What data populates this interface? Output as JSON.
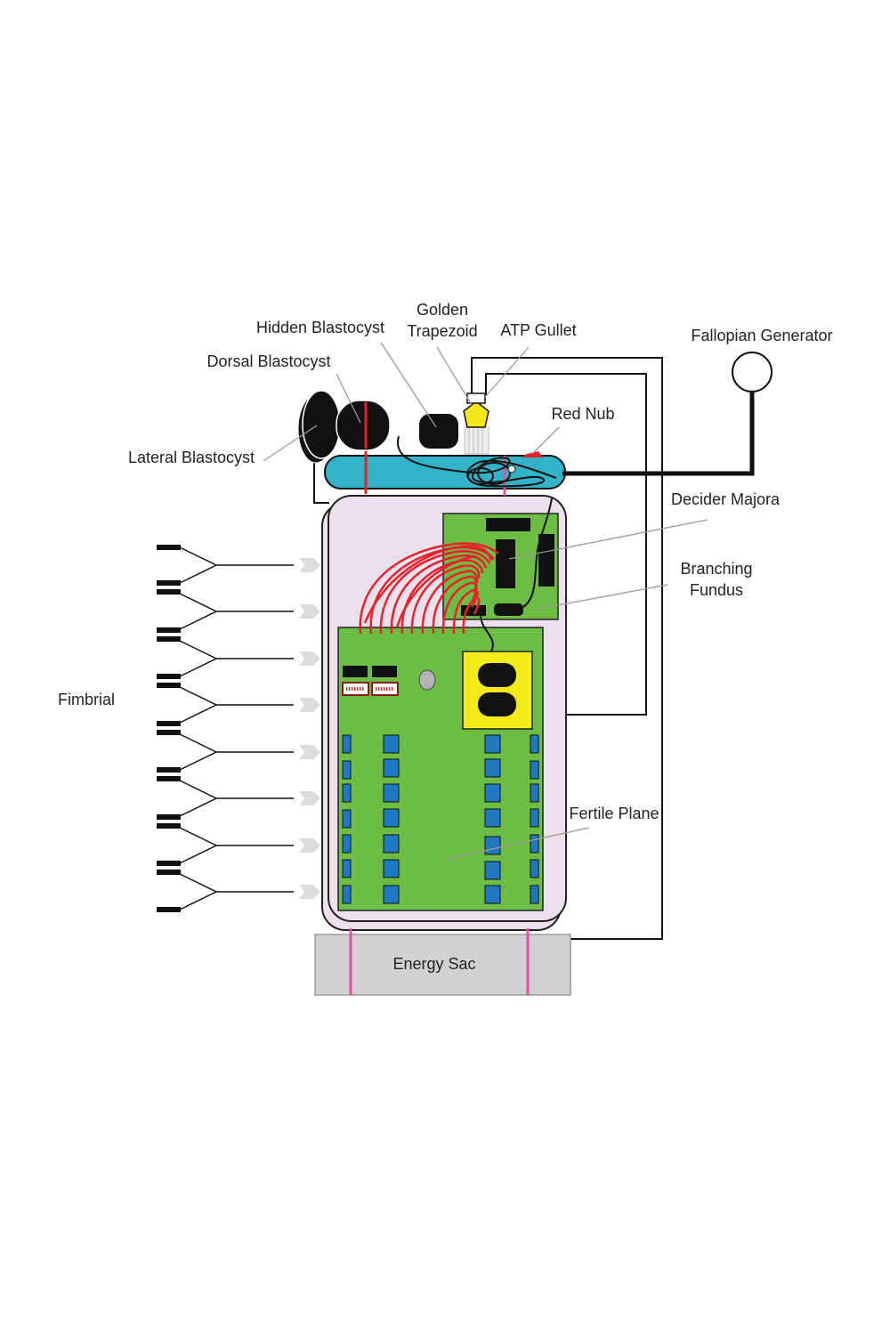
{
  "labels": {
    "golden_trapezoid_line1": "Golden",
    "golden_trapezoid_line2": "Trapezoid",
    "hidden_blastocyst": "Hidden Blastocyst",
    "atp_gullet": "ATP Gullet",
    "fallopian_generator": "Fallopian Generator",
    "dorsal_blastocyst": "Dorsal Blastocyst",
    "red_nub": "Red Nub",
    "lateral_blastocyst": "Lateral Blastocyst",
    "decider_majora": "Decider Majora",
    "branching_fundus_line1": "Branching",
    "branching_fundus_line2": "Fundus",
    "fimbrial": "Fimbrial",
    "fertile_plane": "Fertile Plane",
    "energy_sac": "Energy Sac"
  },
  "colors": {
    "body_fill": "#ece0ec",
    "tube_fill": "#33b3c9",
    "board_green": "#6dbd45",
    "chip_blue": "#1e78c2",
    "wire_red": "#e8202a",
    "pink_rod": "#e0539b",
    "yellow_block": "#f4ea1a",
    "energy_sac_fill": "#d0d1d3",
    "leader_gray": "#9a9a9a"
  }
}
